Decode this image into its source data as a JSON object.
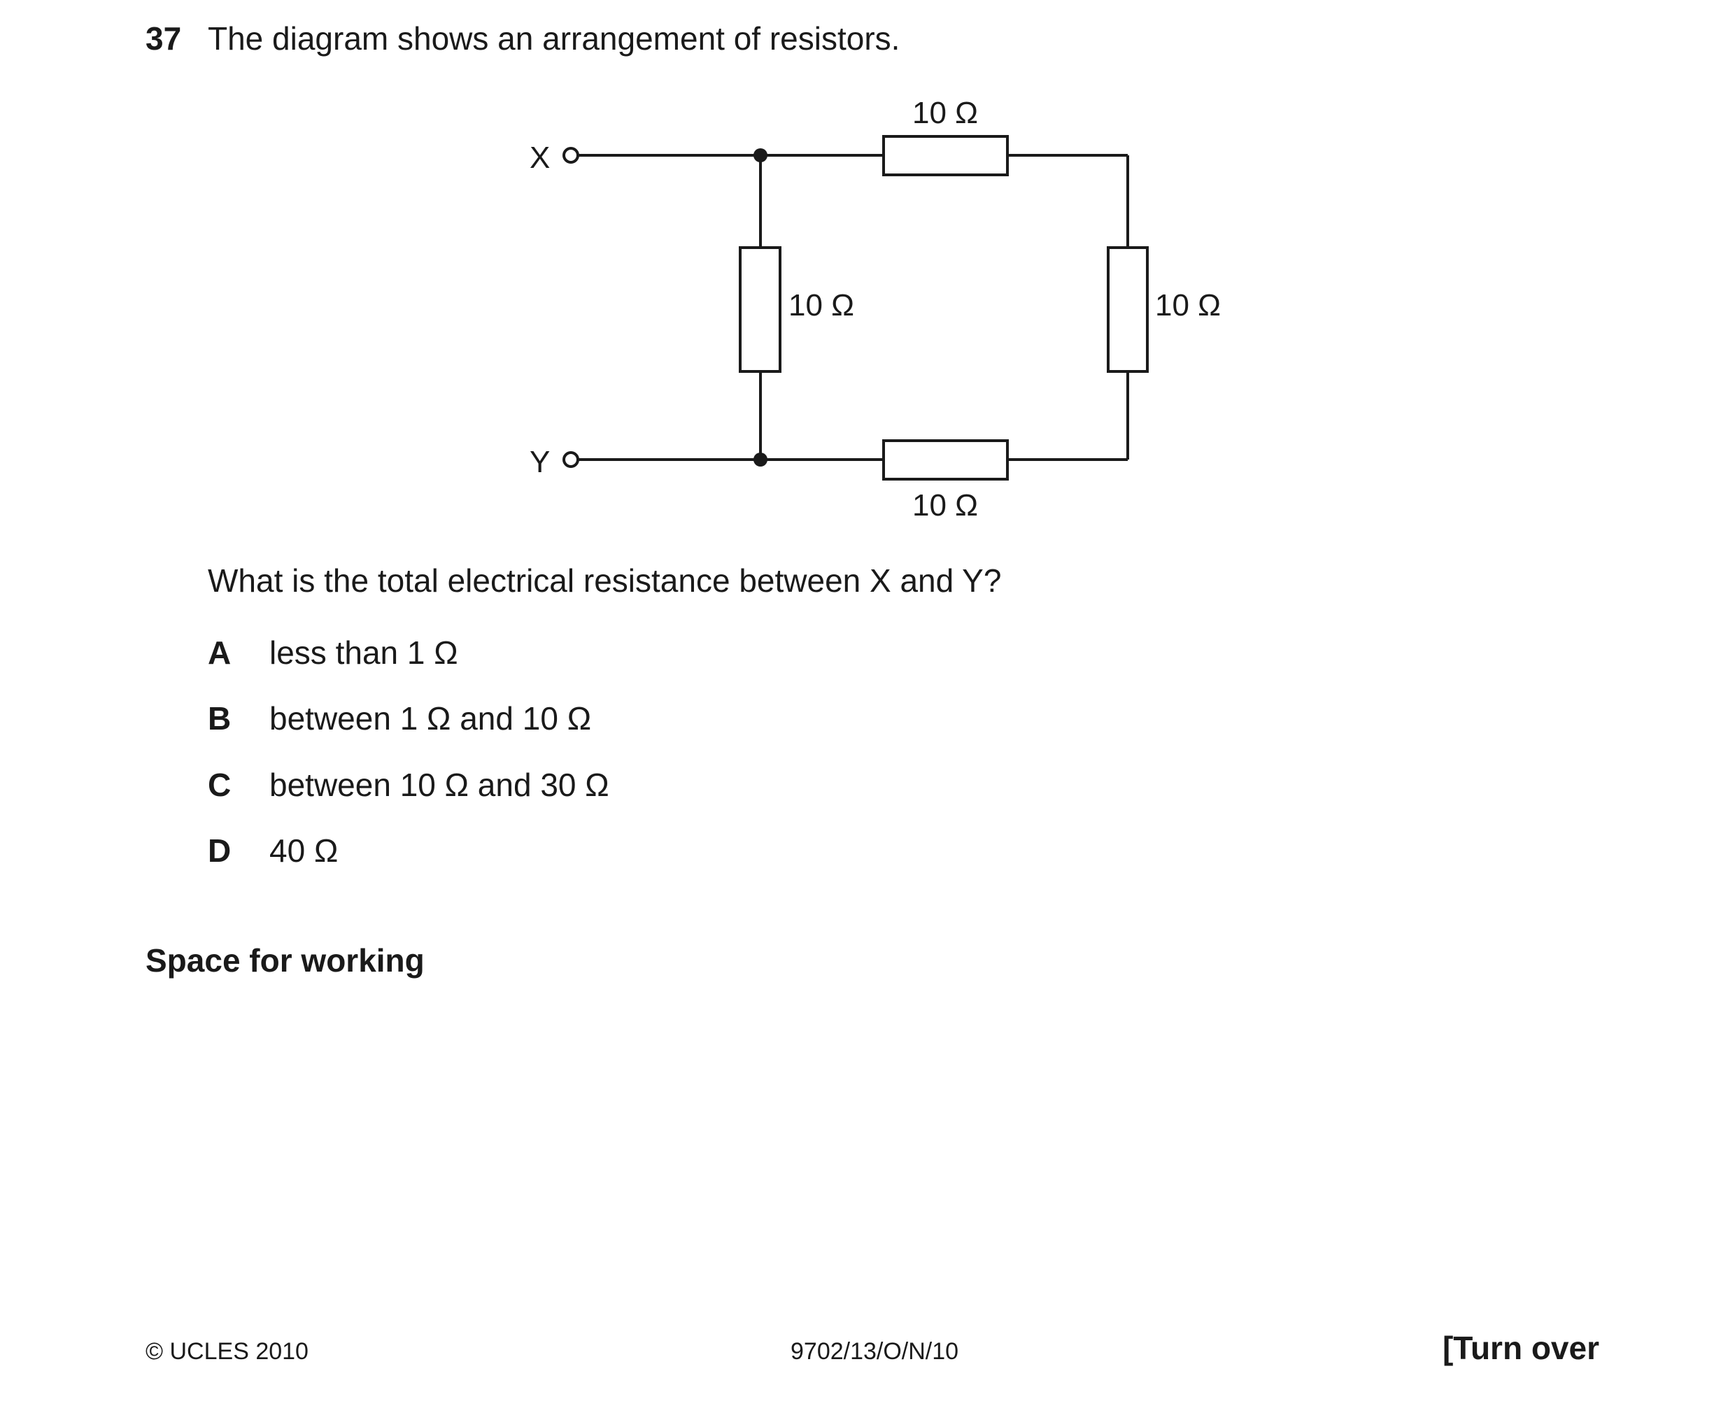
{
  "question": {
    "number": "37",
    "stem": "The diagram shows an arrangement of resistors.",
    "prompt": "What is the total electrical resistance between X and Y?"
  },
  "diagram": {
    "terminal_top": "X",
    "terminal_bottom": "Y",
    "resistors": [
      {
        "position": "top",
        "label": "10 Ω"
      },
      {
        "position": "left-vertical",
        "label": "10 Ω"
      },
      {
        "position": "right-vertical",
        "label": "10 Ω"
      },
      {
        "position": "bottom",
        "label": "10 Ω"
      }
    ]
  },
  "options": [
    {
      "letter": "A",
      "text": "less than 1 Ω"
    },
    {
      "letter": "B",
      "text": "between 1 Ω and 10 Ω"
    },
    {
      "letter": "C",
      "text": "between 10 Ω and 30 Ω"
    },
    {
      "letter": "D",
      "text": "40 Ω"
    }
  ],
  "working_label": "Space for working",
  "footer": {
    "copyright": "© UCLES 2010",
    "code": "9702/13/O/N/10",
    "turn_over": "[Turn over"
  }
}
